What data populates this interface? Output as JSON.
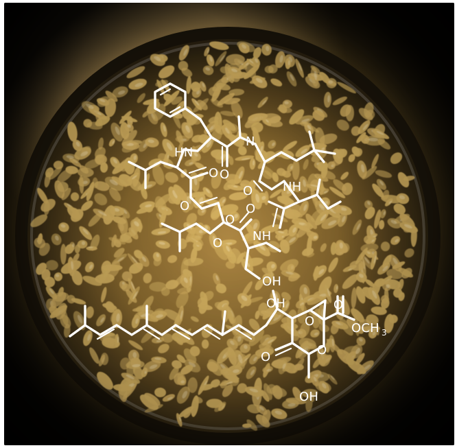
{
  "image": {
    "subject": "petri-dish-with-fungal-grains",
    "colors": {
      "background": "#ffffff",
      "grain": "#d6b261",
      "shadow": "#1a140a",
      "structure": "#ffffff"
    }
  },
  "structure_labels": {
    "hn_top": "HN",
    "n_methyl": "N",
    "o_top_carbonyl": "O",
    "o_left_carbonyl": "O",
    "o_ester": "O",
    "o_center_carbonyl": "O",
    "nh_right": "NH",
    "o_right_carbonyl": "O",
    "o_ester_mid": "O",
    "o_mid_carbonyl": "O",
    "nh_lower": "NH",
    "oh_serine": "OH",
    "oh_top": "OH",
    "o_epoxide": "O",
    "o_ester_right": "O",
    "och": "OCH",
    "sub3": "3",
    "o_ring": "O",
    "o_ketone": "O",
    "oh_bottom": "OH"
  }
}
